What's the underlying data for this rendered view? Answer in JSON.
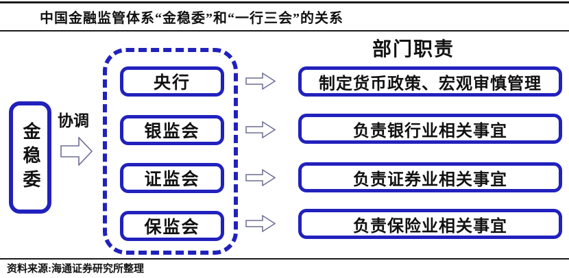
{
  "page": {
    "title": "中国金融监管体系“金稳委”和“一行三会”的关系",
    "source": "资料来源:海通证券研究所整理"
  },
  "diagram": {
    "committee": "金稳委",
    "relation_label": "协调",
    "right_header": "部门职责",
    "agencies": [
      {
        "name": "央行",
        "responsibility": "制定货币政策、宏观审慎管理"
      },
      {
        "name": "银监会",
        "responsibility": "负责银行业相关事宜"
      },
      {
        "name": "证监会",
        "responsibility": "负责证券业相关事宜"
      },
      {
        "name": "保监会",
        "responsibility": "负责保险业相关事宜"
      }
    ],
    "colors": {
      "box_border": "#2121bd",
      "arrow_outline": "#6b6b94",
      "text": "#111111"
    }
  }
}
